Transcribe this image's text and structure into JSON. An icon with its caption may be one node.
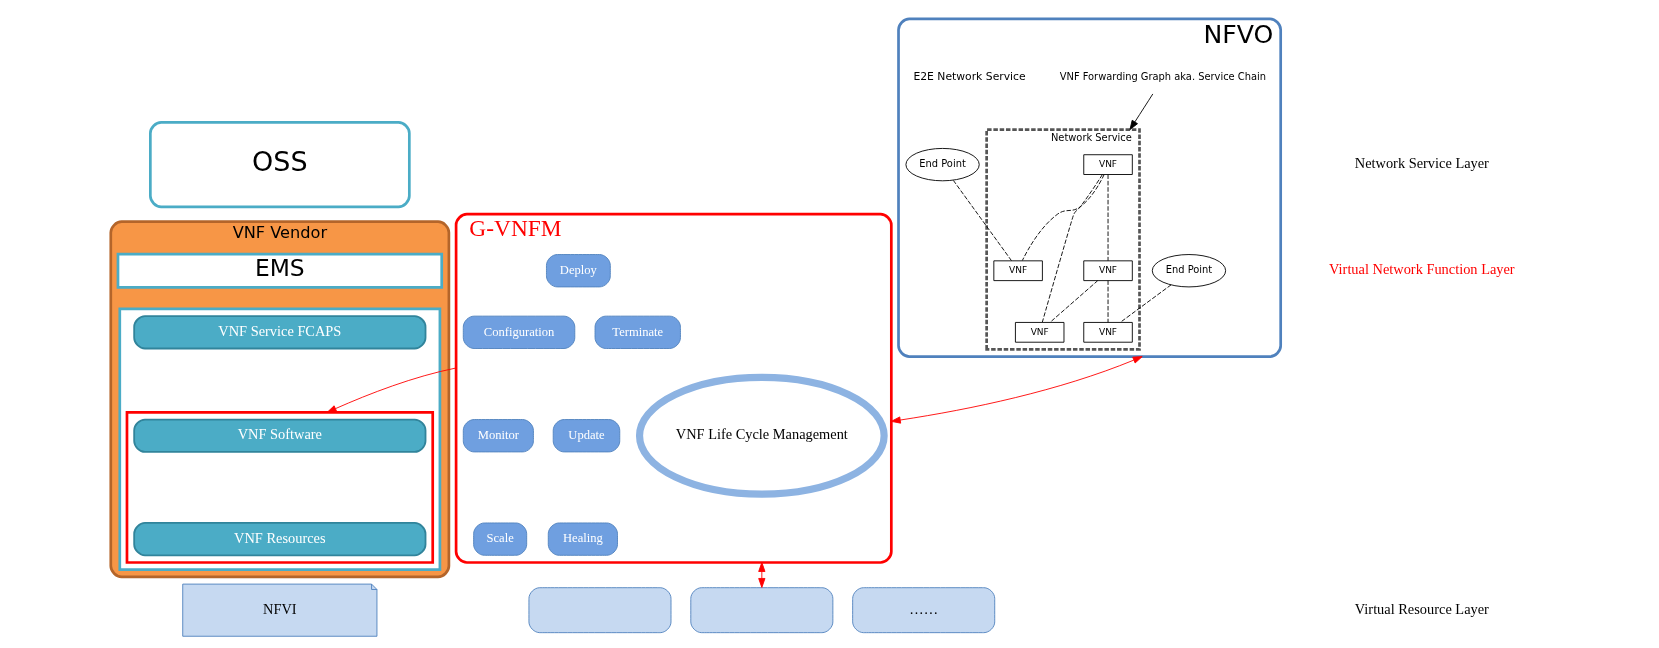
{
  "diagram": {
    "nodes": [
      {
        "text": [
          "OSS"
        ]
      },
      {
        "text": [
          "NFVO"
        ]
      },
      {
        "text": [
          "Network Service"
        ],
        "in": 1
      },
      {
        "text": [
          "End Point"
        ],
        "in": 1
      },
      {
        "text": [
          "End Point"
        ],
        "in": 1
      },
      {
        "text": [
          "VNF"
        ],
        "in": 2
      },
      {
        "text": [
          "VNF"
        ],
        "in": 2
      },
      {
        "text": [
          "VNF"
        ],
        "in": 2
      },
      {
        "text": [
          "VNF"
        ],
        "in": 2
      },
      {
        "text": [
          "VNF"
        ],
        "in": 2
      },
      {
        "text": [
          "VNF Forwarding Graph aka. Service Chain"
        ],
        "in": 1
      },
      {
        "text": [
          "VNF Vendor"
        ]
      },
      {
        "text": [
          "EMS"
        ],
        "in": 11
      },
      {
        "text": [],
        "shape": "box",
        "in": 11
      },
      {
        "text": [
          "VNF Service FCAPS"
        ],
        "in": 13
      },
      {
        "text": [],
        "shape": "box",
        "in": 13
      },
      {
        "text": [
          "VNF Software"
        ],
        "in": 15
      },
      {
        "text": [
          "VNF Resources"
        ],
        "in": 15
      },
      {
        "text": [
          "G-VNFM"
        ]
      },
      {
        "text": [
          "VNF Life Cycle Management"
        ],
        "in": 18
      },
      {
        "text": [
          "Deploy"
        ],
        "in": 18
      },
      {
        "text": [
          "Configuration"
        ],
        "in": 18
      },
      {
        "text": [
          "Monitor"
        ],
        "in": 18
      },
      {
        "text": [
          "Scale"
        ],
        "in": 18
      },
      {
        "text": [
          "Healing"
        ],
        "in": 18
      },
      {
        "text": [
          "Update"
        ],
        "in": 18
      },
      {
        "text": [
          "Terminate"
        ],
        "in": 18
      },
      {
        "text": [
          "NFVI"
        ]
      },
      {
        "text": [],
        "shape": "box"
      },
      {
        "text": [],
        "shape": "box"
      },
      {
        "text": [
          "……"
        ]
      }
    ],
    "edges": [
      {
        "from": 1,
        "to": 18,
        "arrow": "both",
        "color": "#ff0000"
      },
      {
        "from": 18,
        "to": 15,
        "arrow": "to",
        "color": "#ff0000"
      },
      {
        "from": 18,
        "to": 29,
        "arrow": "both",
        "color": "#ff0000"
      },
      {
        "from": 3,
        "to": 7,
        "arrow": "none",
        "style": "dashed"
      },
      {
        "from": 4,
        "to": 9,
        "arrow": "none",
        "style": "dashed"
      },
      {
        "from": 5,
        "to": 6,
        "arrow": "none",
        "style": "dashed"
      },
      {
        "from": 5,
        "to": 7,
        "arrow": "none",
        "style": "dashed"
      },
      {
        "from": 5,
        "to": 8,
        "arrow": "none",
        "style": "dashed"
      },
      {
        "from": 6,
        "to": 8,
        "arrow": "none",
        "style": "dashed"
      },
      {
        "from": 6,
        "to": 9,
        "arrow": "none",
        "style": "dashed"
      },
      {
        "from": 10,
        "to": 2,
        "arrow": "to"
      }
    ],
    "labels": [
      "E2E Network Service",
      "Network Service Layer",
      "Virtual Network Function Layer",
      "Virtual Resource Layer"
    ]
  }
}
